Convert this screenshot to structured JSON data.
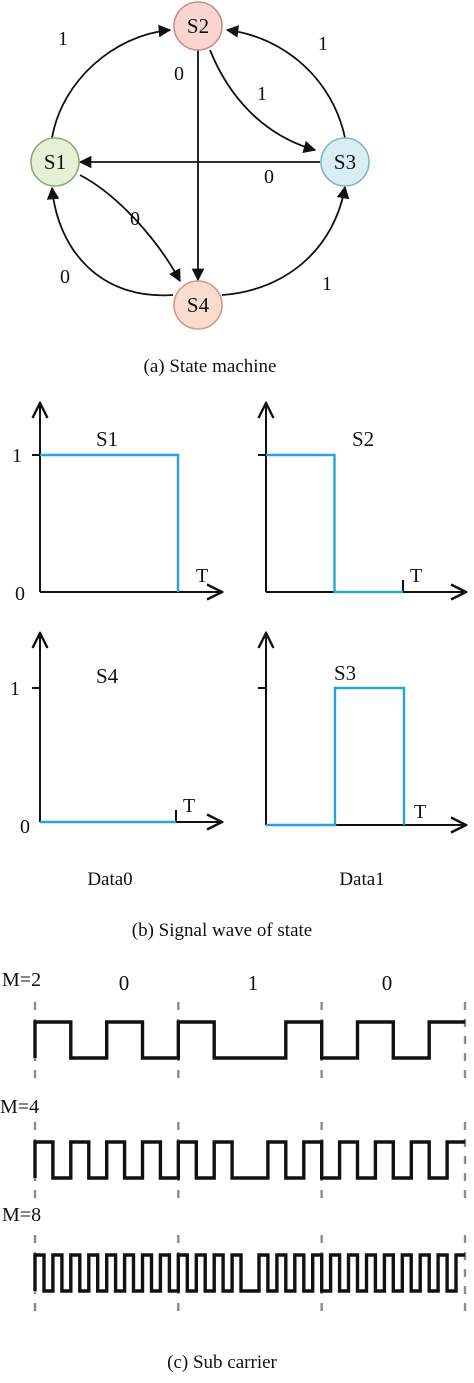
{
  "state_machine": {
    "caption": "(a) State machine",
    "states": [
      {
        "id": "S1",
        "label": "S1",
        "fill": "#e6f0d6",
        "stroke": "#8fa97a"
      },
      {
        "id": "S2",
        "label": "S2",
        "fill": "#f8d6cf",
        "stroke": "#c89088"
      },
      {
        "id": "S3",
        "label": "S3",
        "fill": "#d9eef4",
        "stroke": "#85b4c3"
      },
      {
        "id": "S4",
        "label": "S4",
        "fill": "#f9dccf",
        "stroke": "#cf9a86"
      }
    ],
    "transitions": [
      {
        "id": "s1-s2",
        "from": "S1",
        "to": "S2",
        "label": "1"
      },
      {
        "id": "s3-s2",
        "from": "S3",
        "to": "S2",
        "label": "1"
      },
      {
        "id": "s2-s3",
        "from": "S2",
        "to": "S3",
        "label": "1"
      },
      {
        "id": "s2-s4",
        "from": "S2",
        "to": "S4",
        "label": "0"
      },
      {
        "id": "s3-s1",
        "from": "S3",
        "to": "S1",
        "label": "0"
      },
      {
        "id": "s1-s4",
        "from": "S1",
        "to": "S4",
        "label": "0"
      },
      {
        "id": "s4-s1",
        "from": "S4",
        "to": "S1",
        "label": "0"
      },
      {
        "id": "s4-s3",
        "from": "S4",
        "to": "S3",
        "label": "1"
      }
    ]
  },
  "signal_waves": {
    "caption": "(b) Signal wave of state",
    "column_labels": {
      "left": "Data0",
      "right": "Data1"
    },
    "panels": [
      {
        "id": "S1",
        "title": "S1",
        "y_tick_1": "1",
        "y_tick_0": "0",
        "t_label": "T",
        "wave": [
          [
            0,
            1
          ],
          [
            1,
            1
          ],
          [
            1,
            0
          ]
        ],
        "color": "#2aa3d8"
      },
      {
        "id": "S2",
        "title": "S2",
        "y_tick_1": "",
        "y_tick_0": "",
        "t_label": "T",
        "wave": [
          [
            0,
            1
          ],
          [
            0.5,
            1
          ],
          [
            0.5,
            0
          ],
          [
            1,
            0
          ]
        ],
        "color": "#2aa3d8"
      },
      {
        "id": "S4",
        "title": "S4",
        "y_tick_1": "1",
        "y_tick_0": "0",
        "t_label": "T",
        "wave": [
          [
            0,
            0
          ],
          [
            1,
            0
          ]
        ],
        "color": "#2aa3d8"
      },
      {
        "id": "S3",
        "title": "S3",
        "y_tick_1": "",
        "y_tick_0": "",
        "t_label": "T",
        "wave": [
          [
            0,
            0
          ],
          [
            0.5,
            0
          ],
          [
            0.5,
            1
          ],
          [
            1,
            1
          ],
          [
            1,
            0
          ]
        ],
        "color": "#2aa3d8"
      }
    ]
  },
  "sub_carrier": {
    "caption": "(c) Sub carrier",
    "bits": [
      "0",
      "1",
      "0"
    ],
    "rows": [
      {
        "label": "M=2",
        "M": 2
      },
      {
        "label": "M=4",
        "M": 4
      },
      {
        "label": "M=8",
        "M": 8
      }
    ]
  }
}
